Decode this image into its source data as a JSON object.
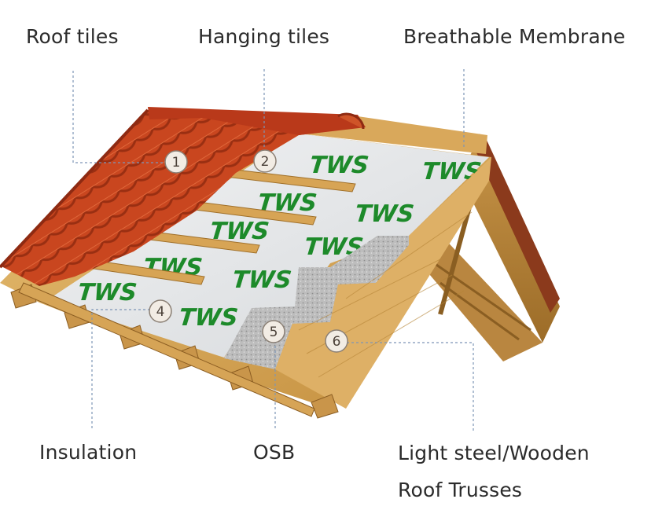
{
  "labels": {
    "roof_tiles": "Roof tiles",
    "hanging_tiles": "Hanging tiles",
    "breathable_membrane": "Breathable Membrane",
    "insulation": "Insulation",
    "osb": "OSB",
    "trusses_line1": "Light steel/Wooden",
    "trusses_line2": "Roof Trusses"
  },
  "badges": {
    "b1": "1",
    "b2": "2",
    "b4": "4",
    "b5": "5",
    "b6": "6"
  },
  "membrane_brand": "TWS",
  "colors": {
    "tile": "#c8431f",
    "tile_dark": "#8e2a12",
    "wood": "#d8ab5e",
    "wood_dark": "#a8782e",
    "membrane": "#e4e6e8",
    "osb": "#b8b8b8",
    "brand_green": "#1d8a2a",
    "leader": "#7d95b6"
  }
}
